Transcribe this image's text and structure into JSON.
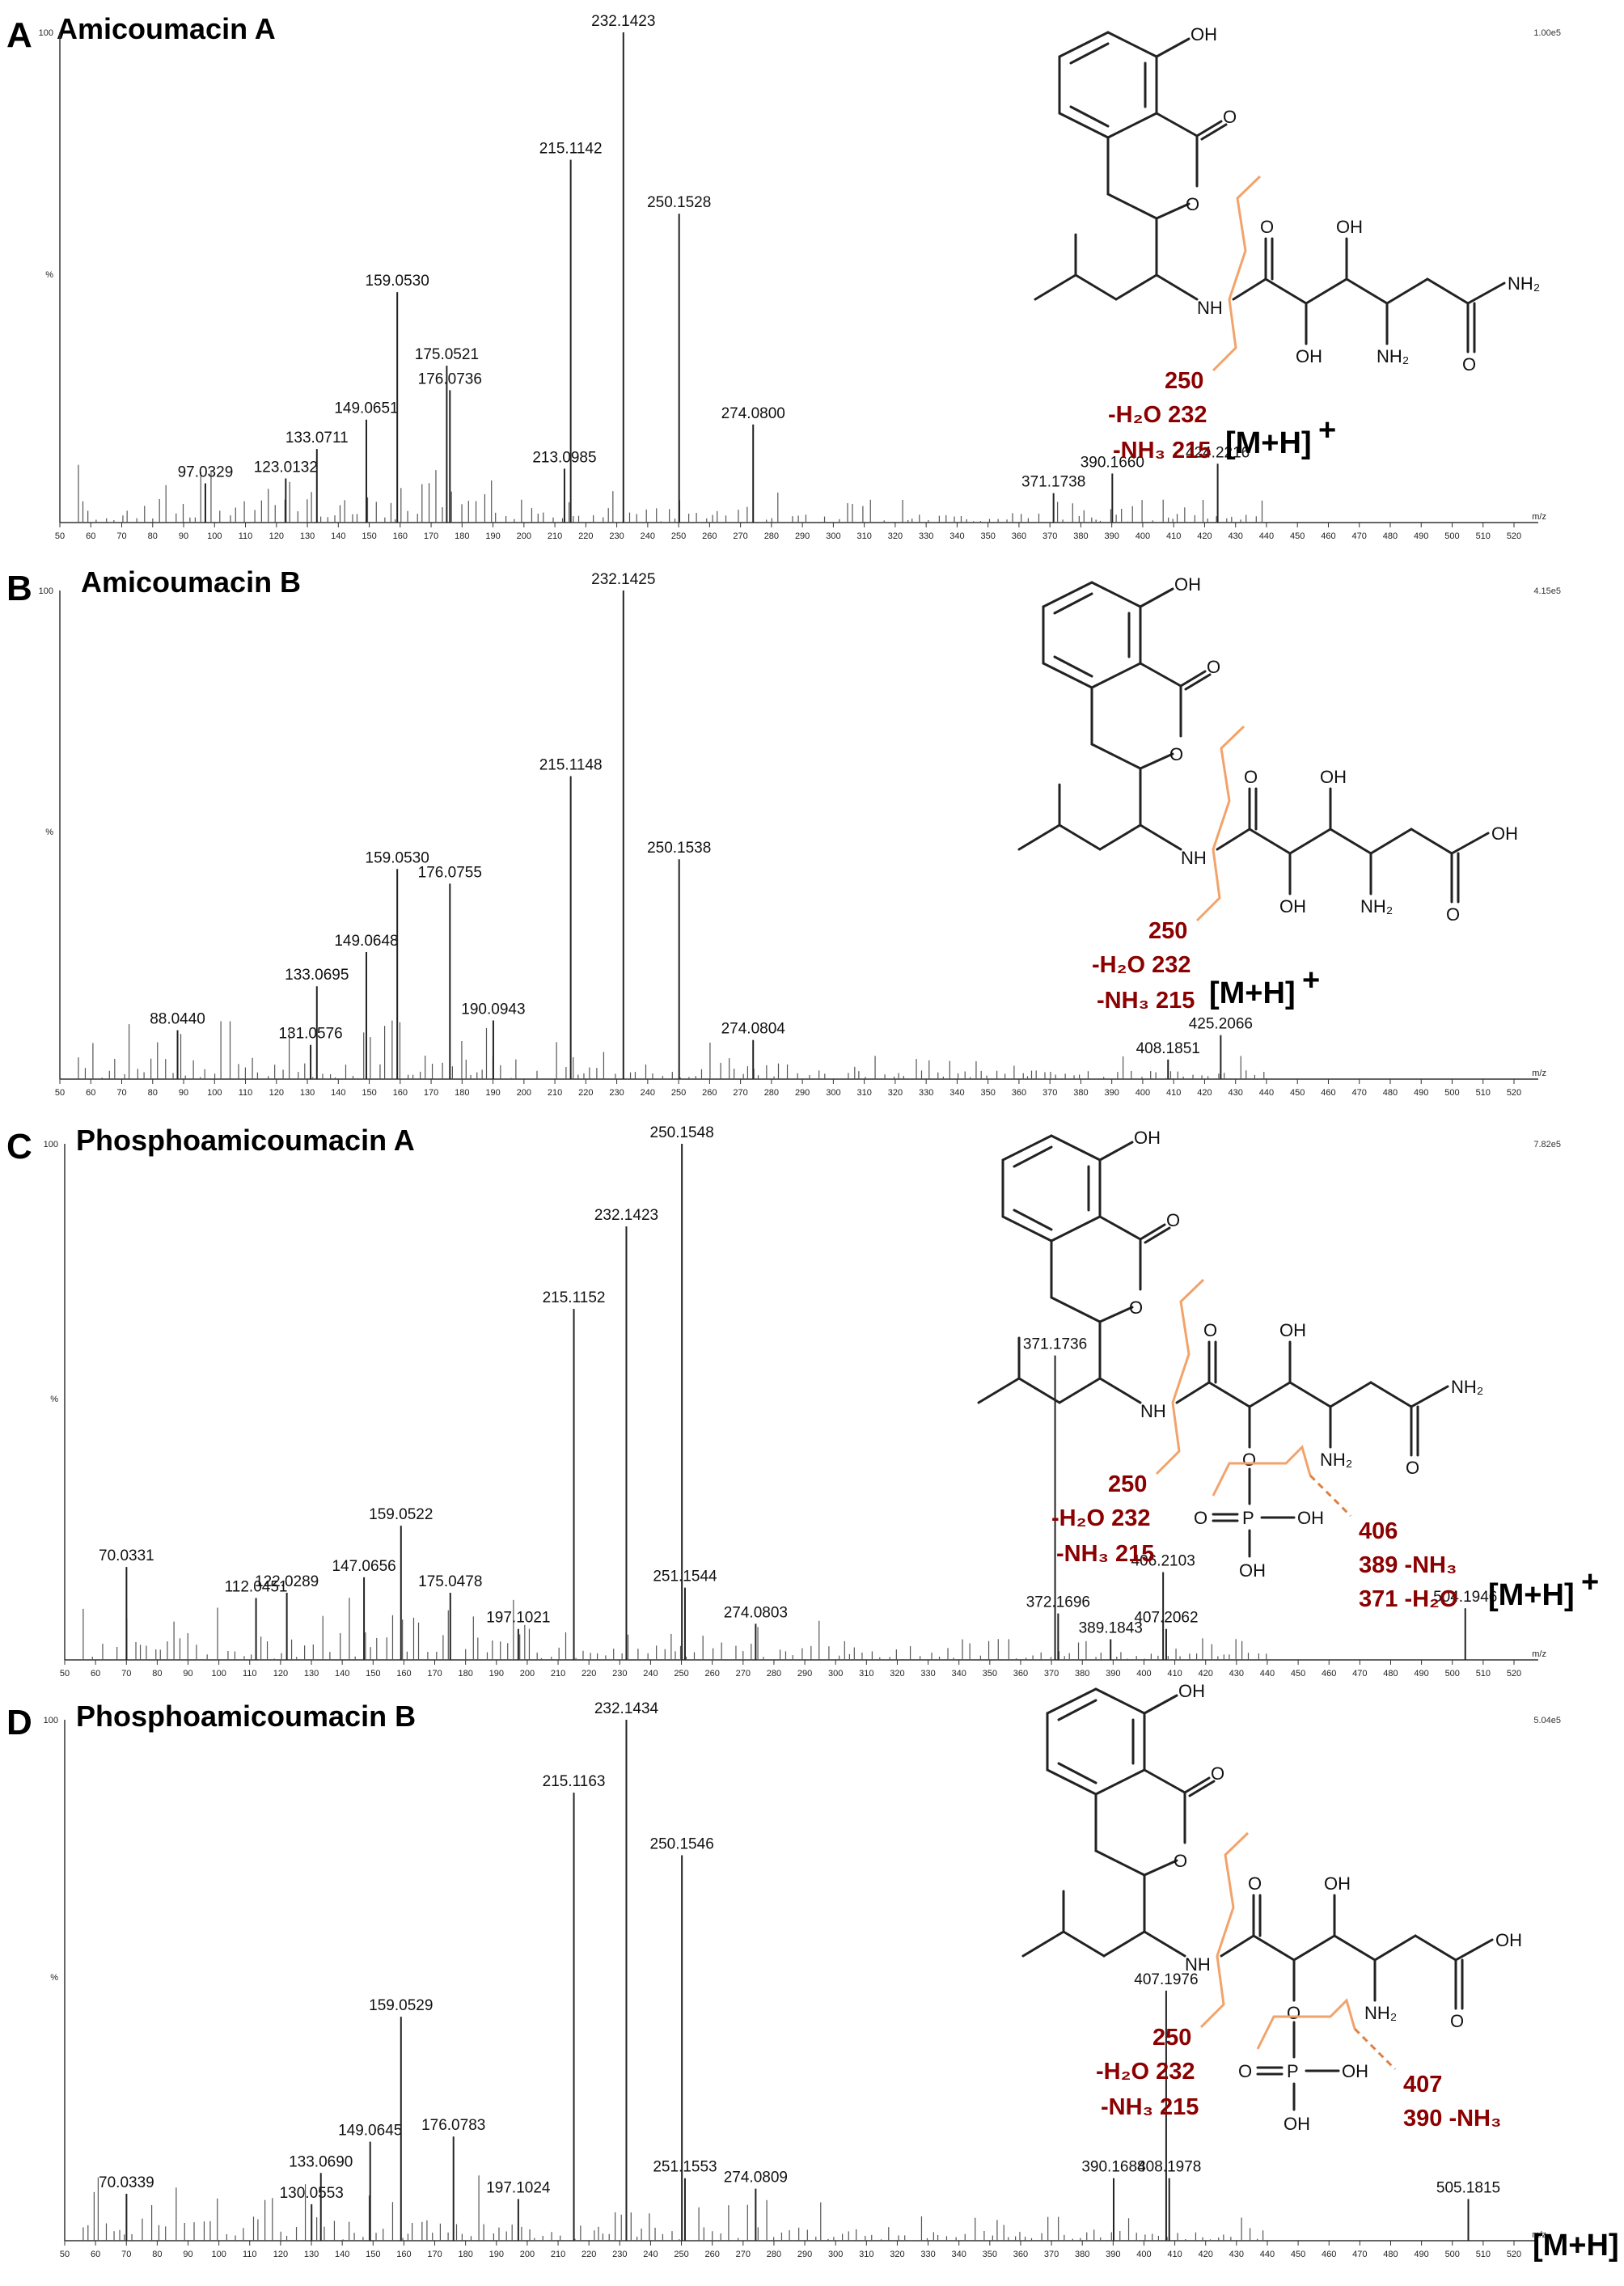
{
  "chart_data": [
    {
      "type": "bar",
      "panel": "A",
      "title": "Amicoumacin A",
      "scale": "1.00e5",
      "ymax_label": "100",
      "mid_label": "%",
      "x_axis_label": "m/z",
      "xlim": [
        50,
        520
      ],
      "ylim": [
        0,
        100
      ],
      "peaks": [
        {
          "x": 97.0329,
          "y": 8,
          "label": "97.0329"
        },
        {
          "x": 123.0132,
          "y": 9,
          "label": "123.0132"
        },
        {
          "x": 133.0711,
          "y": 15,
          "label": "133.0711"
        },
        {
          "x": 149.0651,
          "y": 21,
          "label": "149.0651"
        },
        {
          "x": 159.053,
          "y": 47,
          "label": "159.0530"
        },
        {
          "x": 175.0521,
          "y": 32,
          "label": "175.0521"
        },
        {
          "x": 176.0736,
          "y": 27,
          "label": "176.0736"
        },
        {
          "x": 213.0985,
          "y": 11,
          "label": "213.0985"
        },
        {
          "x": 215.1142,
          "y": 74,
          "label": "215.1142"
        },
        {
          "x": 232.1423,
          "y": 100,
          "label": "232.1423"
        },
        {
          "x": 250.1528,
          "y": 63,
          "label": "250.1528"
        },
        {
          "x": 274.08,
          "y": 20,
          "label": "274.0800"
        },
        {
          "x": 371.1738,
          "y": 6,
          "label": "371.1738"
        },
        {
          "x": 390.166,
          "y": 10,
          "label": "390.1660"
        },
        {
          "x": 424.2216,
          "y": 12,
          "label": "424.2216"
        }
      ],
      "fragments": {
        "f250": "250",
        "f232": "-H₂O  232",
        "f215": "-NH₃ 215"
      },
      "mh_label": "[M+H]",
      "mh_sup": "+",
      "atoms": {
        "oh_top": "OH",
        "o_lactone": "O",
        "o_ring": "O",
        "nh": "NH",
        "o_amide": "O",
        "oh_side": "OH",
        "oh_low": "OH",
        "nh2": "NH₂",
        "o_term": "O",
        "term": "NH₂"
      }
    },
    {
      "type": "bar",
      "panel": "B",
      "title": "Amicoumacin B",
      "scale": "4.15e5",
      "ymax_label": "100",
      "mid_label": "%",
      "x_axis_label": "m/z",
      "xlim": [
        50,
        520
      ],
      "ylim": [
        0,
        100
      ],
      "peaks": [
        {
          "x": 88.044,
          "y": 10,
          "label": "88.0440"
        },
        {
          "x": 131.0576,
          "y": 7,
          "label": "131.0576"
        },
        {
          "x": 133.0695,
          "y": 19,
          "label": "133.0695"
        },
        {
          "x": 149.0648,
          "y": 26,
          "label": "149.0648"
        },
        {
          "x": 159.053,
          "y": 43,
          "label": "159.0530"
        },
        {
          "x": 176.0755,
          "y": 40,
          "label": "176.0755"
        },
        {
          "x": 190.0943,
          "y": 12,
          "label": "190.0943"
        },
        {
          "x": 215.1148,
          "y": 62,
          "label": "215.1148"
        },
        {
          "x": 232.1425,
          "y": 100,
          "label": "232.1425"
        },
        {
          "x": 250.1538,
          "y": 45,
          "label": "250.1538"
        },
        {
          "x": 274.0804,
          "y": 8,
          "label": "274.0804"
        },
        {
          "x": 408.1851,
          "y": 4,
          "label": "408.1851"
        },
        {
          "x": 425.2066,
          "y": 9,
          "label": "425.2066"
        }
      ],
      "fragments": {
        "f250": "250",
        "f232": "-H₂O  232",
        "f215": "-NH₃ 215"
      },
      "mh_label": "[M+H]",
      "mh_sup": "+",
      "atoms": {
        "oh_top": "OH",
        "o_lactone": "O",
        "o_ring": "O",
        "nh": "NH",
        "o_amide": "O",
        "oh_side": "OH",
        "oh_low": "OH",
        "nh2": "NH₂",
        "o_term": "O",
        "term": "OH"
      }
    },
    {
      "type": "bar",
      "panel": "C",
      "title": "Phosphoamicoumacin  A",
      "scale": "7.82e5",
      "ymax_label": "100",
      "mid_label": "%",
      "x_axis_label": "m/z",
      "xlim": [
        50,
        520
      ],
      "ylim": [
        0,
        100
      ],
      "peaks": [
        {
          "x": 70.0331,
          "y": 18,
          "label": "70.0331"
        },
        {
          "x": 112.0451,
          "y": 12,
          "label": "112.0451"
        },
        {
          "x": 122.0289,
          "y": 13,
          "label": "122.0289"
        },
        {
          "x": 147.0656,
          "y": 16,
          "label": "147.0656"
        },
        {
          "x": 159.0522,
          "y": 26,
          "label": "159.0522"
        },
        {
          "x": 175.0478,
          "y": 13,
          "label": "175.0478"
        },
        {
          "x": 197.1021,
          "y": 6,
          "label": "197.1021"
        },
        {
          "x": 215.1152,
          "y": 68,
          "label": "215.1152"
        },
        {
          "x": 232.1423,
          "y": 84,
          "label": "232.1423"
        },
        {
          "x": 250.1548,
          "y": 100,
          "label": "250.1548"
        },
        {
          "x": 251.1544,
          "y": 14,
          "label": "251.1544"
        },
        {
          "x": 274.0803,
          "y": 7,
          "label": "274.0803"
        },
        {
          "x": 371.1736,
          "y": 59,
          "label": "371.1736"
        },
        {
          "x": 372.1696,
          "y": 9,
          "label": "372.1696"
        },
        {
          "x": 389.1843,
          "y": 4,
          "label": "389.1843"
        },
        {
          "x": 406.2103,
          "y": 17,
          "label": "406.2103"
        },
        {
          "x": 407.2062,
          "y": 6,
          "label": "407.2062"
        },
        {
          "x": 504.1946,
          "y": 10,
          "label": "504.1946"
        }
      ],
      "fragments": {
        "f250": "250",
        "f232": "-H₂O  232",
        "f215": "-NH₃ 215",
        "fa": "406",
        "fb": "389 -NH₃",
        "fc": "371  -H₂O"
      },
      "mh_label": "[M+H]",
      "mh_sup": "+",
      "atoms": {
        "oh_top": "OH",
        "o_lactone": "O",
        "o_ring": "O",
        "nh": "NH",
        "o_amide": "O",
        "oh_side": "OH",
        "nh2": "NH₂",
        "o_term": "O",
        "term": "NH₂",
        "o_link": "O",
        "p": "P",
        "p_oh": "OH",
        "p_o": "O",
        "p_oh2": "OH"
      }
    },
    {
      "type": "bar",
      "panel": "D",
      "title": "Phosphoamicoumacin  B",
      "scale": "5.04e5",
      "ymax_label": "100",
      "mid_label": "%",
      "x_axis_label": "m/z",
      "xlim": [
        50,
        520
      ],
      "ylim": [
        0,
        100
      ],
      "peaks": [
        {
          "x": 70.0339,
          "y": 9,
          "label": "70.0339"
        },
        {
          "x": 130.0553,
          "y": 7,
          "label": "130.0553"
        },
        {
          "x": 133.069,
          "y": 13,
          "label": "133.0690"
        },
        {
          "x": 149.0645,
          "y": 19,
          "label": "149.0645"
        },
        {
          "x": 159.0529,
          "y": 43,
          "label": "159.0529"
        },
        {
          "x": 176.0783,
          "y": 20,
          "label": "176.0783"
        },
        {
          "x": 197.1024,
          "y": 8,
          "label": "197.1024"
        },
        {
          "x": 215.1163,
          "y": 86,
          "label": "215.1163"
        },
        {
          "x": 232.1434,
          "y": 100,
          "label": "232.1434"
        },
        {
          "x": 250.1546,
          "y": 74,
          "label": "250.1546"
        },
        {
          "x": 251.1553,
          "y": 12,
          "label": "251.1553"
        },
        {
          "x": 274.0809,
          "y": 10,
          "label": "274.0809"
        },
        {
          "x": 390.1688,
          "y": 12,
          "label": "390.1688"
        },
        {
          "x": 407.1976,
          "y": 48,
          "label": "407.1976"
        },
        {
          "x": 408.1978,
          "y": 12,
          "label": "408.1978"
        },
        {
          "x": 505.1815,
          "y": 8,
          "label": "505.1815"
        }
      ],
      "fragments": {
        "f250": "250",
        "f232": "-H₂O  232",
        "f215": "-NH₃ 215",
        "fa": "407",
        "fb": "390  -NH₃"
      },
      "mh_label": "[M+H]",
      "mh_sup": "+",
      "atoms": {
        "oh_top": "OH",
        "o_lactone": "O",
        "o_ring": "O",
        "nh": "NH",
        "o_amide": "O",
        "oh_side": "OH",
        "nh2": "NH₂",
        "o_term": "O",
        "term": "OH",
        "o_link": "O",
        "p": "P",
        "p_oh": "OH",
        "p_o": "O",
        "p_oh2": "OH"
      }
    }
  ]
}
